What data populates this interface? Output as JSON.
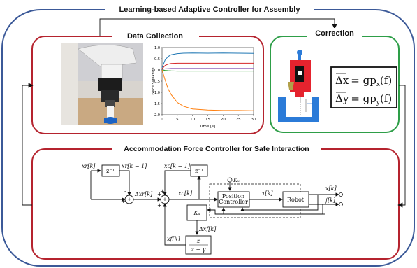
{
  "main_title": "Learning-based Adaptive Controller for Assembly",
  "data_collection": {
    "title": "Data Collection",
    "chart_data": {
      "type": "line",
      "ylabel": "Force Signature",
      "xlabel": "Time [s]",
      "xlim": [
        0,
        30
      ],
      "ylim": [
        -2.0,
        1.0
      ],
      "xticks": [
        "0",
        "5",
        "10",
        "15",
        "20",
        "25",
        "30"
      ],
      "yticks": [
        "1.0",
        "0.5",
        "0.0",
        "-0.5",
        "-1.0",
        "-1.5",
        "-2.0"
      ],
      "x": [
        0,
        1,
        2,
        3,
        5,
        7,
        10,
        15,
        20,
        25,
        30
      ],
      "series": [
        {
          "color": "#1f77b4",
          "values": [
            0.1,
            0.45,
            0.6,
            0.68,
            0.73,
            0.75,
            0.76,
            0.75,
            0.76,
            0.75,
            0.74
          ]
        },
        {
          "color": "#d62728",
          "values": [
            0.05,
            0.2,
            0.26,
            0.29,
            0.3,
            0.3,
            0.3,
            0.3,
            0.3,
            0.3,
            0.3
          ]
        },
        {
          "color": "#9467bd",
          "values": [
            0.02,
            0.05,
            0.06,
            0.07,
            0.07,
            0.07,
            0.07,
            0.07,
            0.07,
            0.07,
            0.07
          ]
        },
        {
          "color": "#2ca02c",
          "values": [
            0.0,
            -0.02,
            -0.03,
            -0.04,
            -0.05,
            -0.05,
            -0.05,
            -0.05,
            -0.05,
            -0.05,
            -0.05
          ]
        },
        {
          "color": "#ff7f0e",
          "values": [
            0.0,
            -0.45,
            -0.85,
            -1.1,
            -1.45,
            -1.62,
            -1.74,
            -1.79,
            -1.81,
            -1.81,
            -1.82
          ]
        }
      ]
    }
  },
  "correction": {
    "title": "Correction",
    "eq1_lhs": "Δx",
    "eq1_rhs": "= gp",
    "eq1_sub": "x",
    "eq1_arg": "(f)",
    "eq2_lhs": "Δy",
    "eq2_rhs": "= gp",
    "eq2_sub": "y",
    "eq2_arg": "(f)"
  },
  "accommodation": {
    "title": "Accommodation Force Controller for Safe Interaction",
    "labels": {
      "xr_k": "xr[k]",
      "xr_k1": "xr[k − 1]",
      "dxr": "Δxr[k]",
      "xc_k1": "xc[k − 1]",
      "xc_k": "xc[k]",
      "z_inv": "z⁻¹",
      "z_inv2": "z⁻¹",
      "ka": "Kₐ",
      "kx": "Kₓ",
      "dxf": "Δxf[k]",
      "xf": "xf[k]",
      "tau": "τ[k]",
      "pos_ctrl_1": "Position",
      "pos_ctrl_2": "Controller",
      "robot": "Robot",
      "x_out": "x[k]",
      "f_out": "f[k]",
      "tf_num": "z",
      "tf_den": "z − γ",
      "minus": "-",
      "plus": "+"
    }
  },
  "colors": {
    "outer_border": "#3b5998",
    "data_panel": "#b5232e",
    "correction_panel": "#2e9e48",
    "accommodation_panel": "#b5232e"
  }
}
